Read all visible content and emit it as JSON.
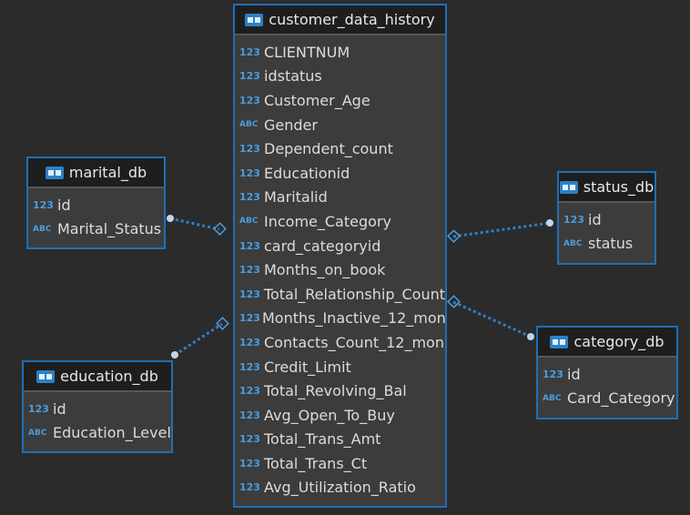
{
  "entities": {
    "customer": {
      "title": "customer_data_history",
      "icon": "table-icon",
      "attributes": [
        {
          "type": "123",
          "name": "CLIENTNUM"
        },
        {
          "type": "123",
          "name": "idstatus"
        },
        {
          "type": "123",
          "name": "Customer_Age"
        },
        {
          "type": "ABC",
          "name": "Gender"
        },
        {
          "type": "123",
          "name": "Dependent_count"
        },
        {
          "type": "123",
          "name": "Educationid"
        },
        {
          "type": "123",
          "name": "Maritalid"
        },
        {
          "type": "ABC",
          "name": "Income_Category"
        },
        {
          "type": "123",
          "name": "card_categoryid"
        },
        {
          "type": "123",
          "name": "Months_on_book"
        },
        {
          "type": "123",
          "name": "Total_Relationship_Count"
        },
        {
          "type": "123",
          "name": "Months_Inactive_12_mon"
        },
        {
          "type": "123",
          "name": "Contacts_Count_12_mon"
        },
        {
          "type": "123",
          "name": "Credit_Limit"
        },
        {
          "type": "123",
          "name": "Total_Revolving_Bal"
        },
        {
          "type": "123",
          "name": "Avg_Open_To_Buy"
        },
        {
          "type": "123",
          "name": "Total_Trans_Amt"
        },
        {
          "type": "123",
          "name": "Total_Trans_Ct"
        },
        {
          "type": "123",
          "name": "Avg_Utilization_Ratio"
        }
      ]
    },
    "marital": {
      "title": "marital_db",
      "icon": "table-icon",
      "attributes": [
        {
          "type": "123",
          "name": "id"
        },
        {
          "type": "ABC",
          "name": "Marital_Status"
        }
      ]
    },
    "education": {
      "title": "education_db",
      "icon": "table-icon",
      "attributes": [
        {
          "type": "123",
          "name": "id"
        },
        {
          "type": "ABC",
          "name": "Education_Level"
        }
      ]
    },
    "status": {
      "title": "status_db",
      "icon": "table-icon",
      "attributes": [
        {
          "type": "123",
          "name": "id"
        },
        {
          "type": "ABC",
          "name": "status"
        }
      ]
    },
    "category": {
      "title": "category_db",
      "icon": "table-icon",
      "attributes": [
        {
          "type": "123",
          "name": "id"
        },
        {
          "type": "ABC",
          "name": "Card_Category"
        }
      ]
    }
  },
  "relationships": [
    {
      "from": "marital",
      "to": "customer"
    },
    {
      "from": "education",
      "to": "customer"
    },
    {
      "from": "status",
      "to": "customer"
    },
    {
      "from": "category",
      "to": "customer"
    }
  ],
  "colors": {
    "background": "#2b2b2b",
    "entity_border": "#1f6fb5",
    "type_badge": "#4a9de0",
    "link": "#2f7fc6"
  }
}
